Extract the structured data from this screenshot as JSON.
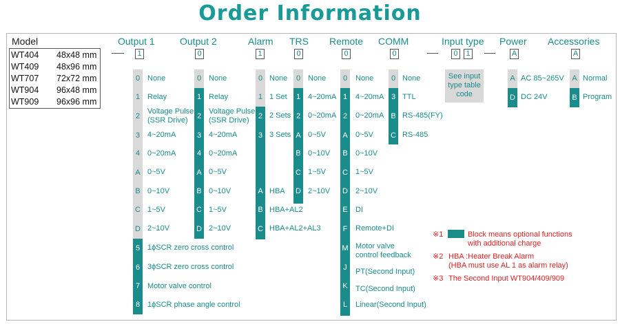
{
  "title": "Order Information",
  "headers": {
    "model": "Model",
    "output1": "Output 1",
    "output2": "Output 2",
    "alarm": "Alarm",
    "trs": "TRS",
    "remote": "Remote",
    "comm": "COMM",
    "input_type": "Input type",
    "power": "Power",
    "accessories": "Accessories"
  },
  "models": [
    {
      "name": "WT404",
      "size": "48x48 mm"
    },
    {
      "name": "WT409",
      "size": "48x96 mm"
    },
    {
      "name": "WT707",
      "size": "72x72 mm"
    },
    {
      "name": "WT904",
      "size": "96x48 mm"
    },
    {
      "name": "WT909",
      "size": "96x96 mm"
    }
  ],
  "codes": {
    "output1": "1",
    "output2": "0",
    "alarm": "1",
    "trs": "0",
    "remote": "0",
    "comm": "0",
    "input_a": "0",
    "input_b": "1",
    "power": "A",
    "accessories": "A"
  },
  "output1": [
    {
      "code": "0",
      "label": "None"
    },
    {
      "code": "1",
      "label": "Relay"
    },
    {
      "code": "2",
      "label": "Voltage Pulse",
      "label2": "(SSR Drive)"
    },
    {
      "code": "3",
      "label": "4~20mA"
    },
    {
      "code": "4",
      "label": "0~20mA"
    },
    {
      "code": "A",
      "label": "0~5V"
    },
    {
      "code": "B",
      "label": "0~10V"
    },
    {
      "code": "C",
      "label": "1~5V"
    },
    {
      "code": "D",
      "label": "2~10V"
    },
    {
      "code": "5",
      "label": "1ϕSCR zero cross control"
    },
    {
      "code": "6",
      "label": "3ϕSCR zero cross control"
    },
    {
      "code": "7",
      "label": "Motor valve control"
    },
    {
      "code": "8",
      "label": "1ϕSCR phase angle control"
    }
  ],
  "output2": [
    {
      "code": "0",
      "label": "None"
    },
    {
      "code": "1",
      "label": "Relay"
    },
    {
      "code": "2",
      "label": "Voltage Pulse",
      "label2": "(SSR Drive)"
    },
    {
      "code": "3",
      "label": "4~20mA"
    },
    {
      "code": "4",
      "label": "0~20mA"
    },
    {
      "code": "A",
      "label": "0~5V"
    },
    {
      "code": "B",
      "label": "0~10V"
    },
    {
      "code": "C",
      "label": "1~5V"
    },
    {
      "code": "D",
      "label": "2~10V"
    }
  ],
  "alarm": [
    {
      "code": "0",
      "label": "None"
    },
    {
      "code": "1",
      "label": "1 Set"
    },
    {
      "code": "2",
      "label": "2 Sets"
    },
    {
      "code": "3",
      "label": "3 Sets"
    },
    {
      "code": "A",
      "label": "HBA"
    },
    {
      "code": "B",
      "label": "HBA+AL2"
    },
    {
      "code": "C",
      "label": "HBA+AL2+AL3"
    }
  ],
  "trs": [
    {
      "code": "0",
      "label": "None"
    },
    {
      "code": "1",
      "label": "4~20mA"
    },
    {
      "code": "2",
      "label": "0~20mA"
    },
    {
      "code": "A",
      "label": "0~5V"
    },
    {
      "code": "B",
      "label": "0~10V"
    },
    {
      "code": "C",
      "label": "1~5V"
    },
    {
      "code": "D",
      "label": "2~10V"
    }
  ],
  "remote": [
    {
      "code": "0",
      "label": "None"
    },
    {
      "code": "1",
      "label": "4~20mA"
    },
    {
      "code": "2",
      "label": "0~20mA"
    },
    {
      "code": "A",
      "label": "0~5V"
    },
    {
      "code": "B",
      "label": "0~10V"
    },
    {
      "code": "C",
      "label": "1~5V"
    },
    {
      "code": "D",
      "label": "2~10V"
    },
    {
      "code": "E",
      "label": "DI"
    },
    {
      "code": "F",
      "label": "Remote+DI"
    },
    {
      "code": "M",
      "label": "Motor valve",
      "label2": "control feedback"
    },
    {
      "code": "J",
      "label": "PT(Second Input)"
    },
    {
      "code": "K",
      "label": "TC(Second Input)"
    },
    {
      "code": "L",
      "label": "Linear(Second Input)"
    }
  ],
  "comm": [
    {
      "code": "0",
      "label": "None"
    },
    {
      "code": "3",
      "label": "TTL"
    },
    {
      "code": "B",
      "label": "RS-485(FY)"
    },
    {
      "code": "C",
      "label": "RS-485"
    }
  ],
  "input_type_note": {
    "l1": "See input",
    "l2": "type table",
    "l3": "code"
  },
  "power": [
    {
      "code": "A",
      "label": "AC 85~265V"
    },
    {
      "code": "D",
      "label": "DC 24V"
    }
  ],
  "accessories": [
    {
      "code": "A",
      "label": "Normal"
    },
    {
      "code": "B",
      "label": "Program"
    }
  ],
  "notes": {
    "n1_mark": "※1",
    "n1_l1": "Block means optional functions",
    "n1_l2": "with additional charge",
    "n2_mark": "※2",
    "n2_l1": "HBA :Heater Break Alarm",
    "n2_l2": "(HBA must use AL 1 as alarm relay)",
    "n3_mark": "※3",
    "n3_l1": "The Second Input WT904/409/909"
  },
  "colors": {
    "teal": "#1a8c8c",
    "gray_cell": "#d9d9d9",
    "note_red": "#e02020"
  }
}
